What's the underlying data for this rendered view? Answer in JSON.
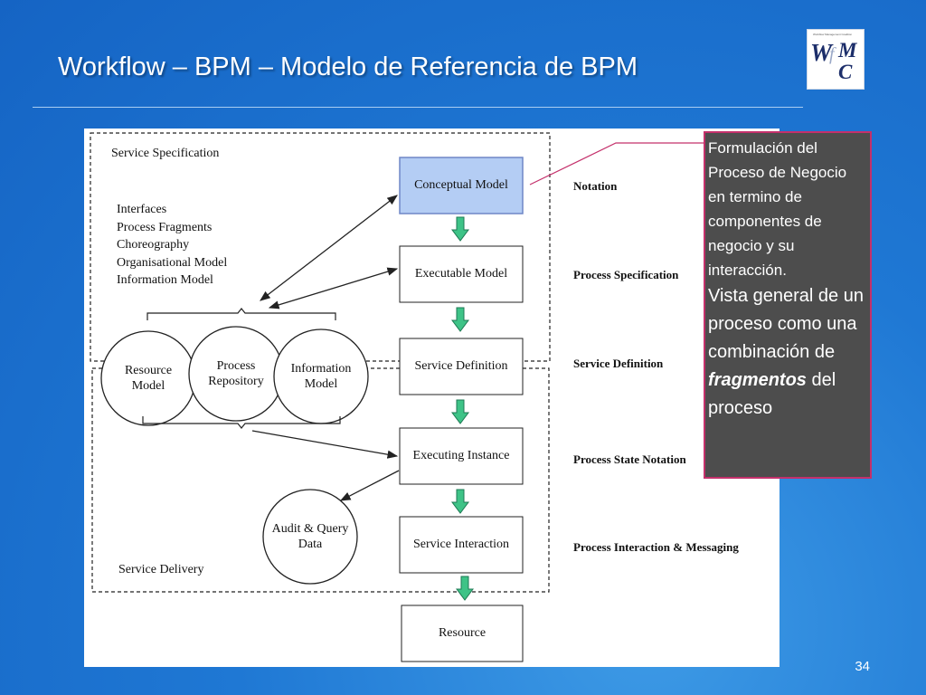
{
  "slide": {
    "title": "Workflow – BPM – Modelo de Referencia de BPM",
    "page_number": "34",
    "logo_icon": "wfmc-logo",
    "logo_text": "Workflow Management Coalition"
  },
  "diagram": {
    "service_specification": "Service Specification",
    "service_delivery": "Service Delivery",
    "spec_items": [
      "Interfaces",
      "Process  Fragments",
      "Choreography",
      "Organisational Model",
      "Information Model"
    ],
    "circles": {
      "resource_model": [
        "Resource",
        "Model"
      ],
      "process_repository": [
        "Process",
        "Repository"
      ],
      "information_model": [
        "Information",
        "Model"
      ],
      "audit_query": [
        "Audit & Query",
        "Data"
      ]
    },
    "boxes": {
      "conceptual_model": "Conceptual Model",
      "executable_model": "Executable Model",
      "service_definition": "Service Definition",
      "executing_instance": "Executing Instance",
      "service_interaction": "Service Interaction",
      "resource": "Resource"
    },
    "right_labels": {
      "notation": "Notation",
      "process_specification": "Process Specification",
      "service_definition": "Service Definition",
      "process_state_notation": "Process State Notation",
      "process_interaction": "Process Interaction & Messaging"
    },
    "colors": {
      "highlight_box": "#b4cdf4",
      "flow_arrow": "#3ec387",
      "callout_border": "#c4306b"
    }
  },
  "callout": {
    "part1": "Formulación del Proceso de Negocio en termino de componentes de negocio y su interacción.",
    "part2_prefix": "Vista general de un proceso como una combinación de",
    "part2_emph": "fragmentos",
    "part2_suffix": "del proceso"
  }
}
